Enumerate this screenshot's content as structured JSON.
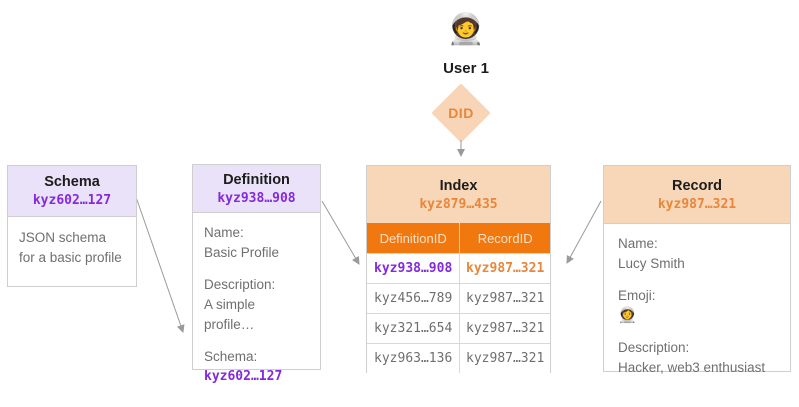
{
  "colors": {
    "peach_header_bg": "#f8d6b8",
    "purple_header_bg": "#eae2f8",
    "orange_row_bg": "#f1780f",
    "orange_id_text": "#e8863a",
    "purple_id_text": "#8429db",
    "body_text_gray": "#6f6f6f",
    "title_black": "#1c1c1c",
    "border_gray": "#cfcfcf",
    "arrow_gray": "#9a9a9a"
  },
  "user": {
    "emoji": "🧑‍🚀",
    "label": "User 1"
  },
  "did": {
    "label": "DID"
  },
  "schema": {
    "title": "Schema",
    "id": "kyz602…127",
    "description": "JSON schema for a basic profile"
  },
  "definition": {
    "title": "Definition",
    "id": "kyz938…908",
    "fields": [
      {
        "label": "Name:",
        "value": "Basic Profile"
      },
      {
        "label": "Description:",
        "value": "A simple profile…"
      },
      {
        "label": "Schema:",
        "value": "kyz602…127"
      }
    ]
  },
  "index": {
    "title": "Index",
    "id": "kyz879…435",
    "columns": [
      "DefinitionID",
      "RecordID"
    ],
    "rows": [
      [
        "kyz938…908",
        "kyz987…321"
      ],
      [
        "kyz456…789",
        "kyz987…321"
      ],
      [
        "kyz321…654",
        "kyz987…321"
      ],
      [
        "kyz963…136",
        "kyz987…321"
      ]
    ]
  },
  "record": {
    "title": "Record",
    "id": "kyz987…321",
    "fields": [
      {
        "label": "Name:",
        "value": "Lucy Smith"
      },
      {
        "label": "Emoji:",
        "value": "👩‍🚀"
      },
      {
        "label": "Description:",
        "value": "Hacker, web3 enthusiast"
      }
    ]
  }
}
